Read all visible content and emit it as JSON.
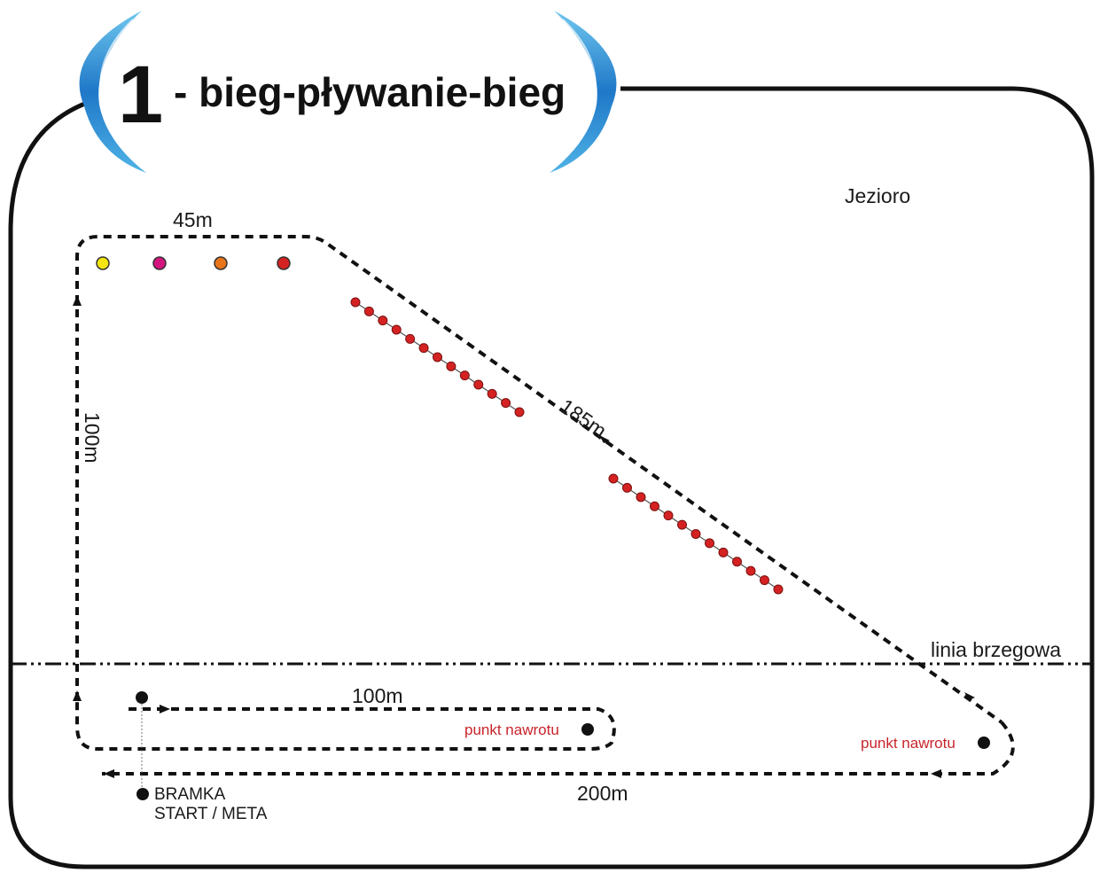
{
  "title": {
    "number": "1",
    "text": "- bieg-pływanie-bieg"
  },
  "labels": {
    "lake": "Jezioro",
    "shoreline": "linia brzegowa",
    "dist_45": "45m",
    "dist_185": "185m",
    "dist_100_vertical": "100m",
    "dist_100_run": "100m",
    "dist_200": "200m",
    "turn_point_1": "punkt nawrotu",
    "turn_point_2": "punkt nawrotu",
    "gate_line1": "BRAMKA",
    "gate_line2": "START / META"
  },
  "colors": {
    "buoy_yellow": "#f5e50f",
    "buoy_magenta": "#d4147f",
    "buoy_orange": "#e8751a",
    "buoy_red": "#d42222",
    "label_red": "#c8242b",
    "swirl_blue": "#1f78c8",
    "swirl_light": "#6fc7ee"
  }
}
